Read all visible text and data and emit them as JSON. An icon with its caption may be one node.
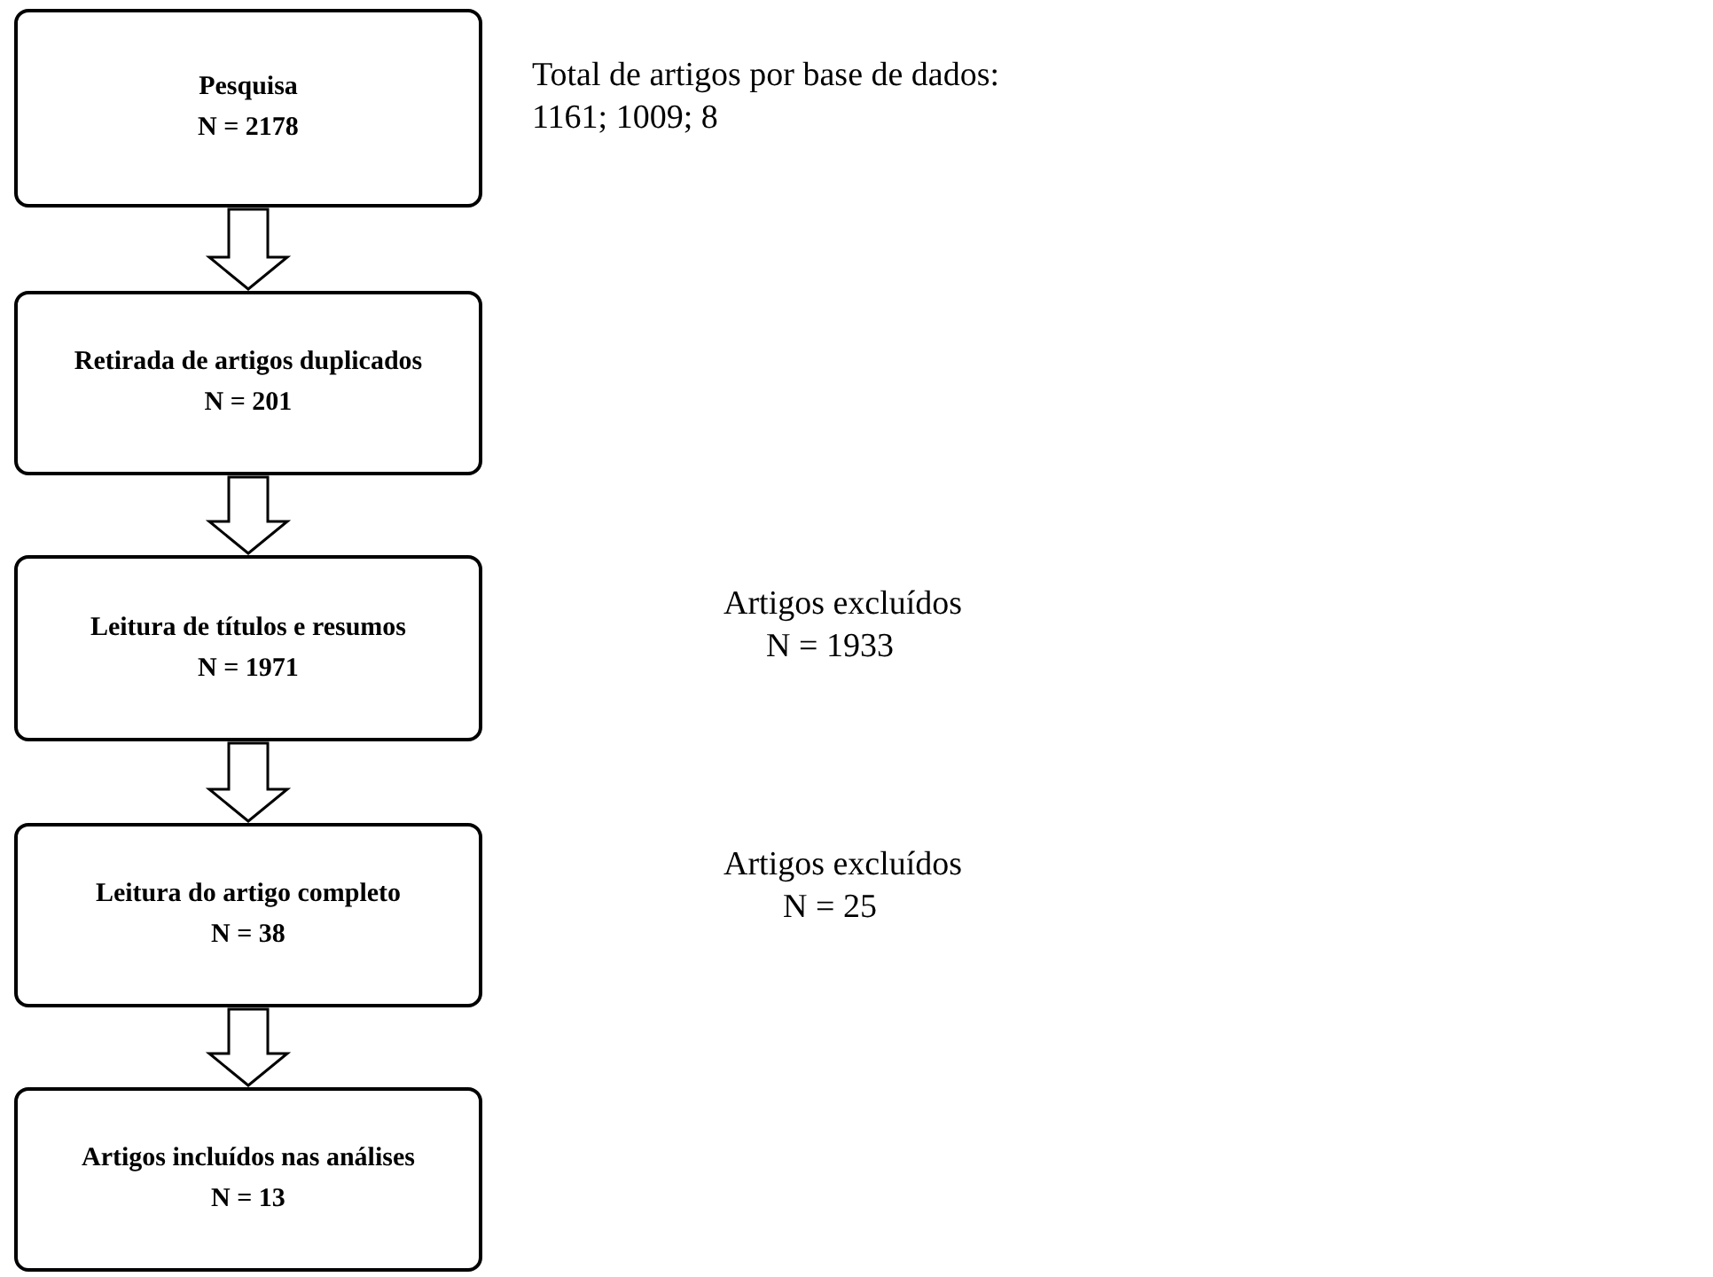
{
  "diagram": {
    "nodes": [
      {
        "text": [
          "Pesquisa",
          "N = 2178"
        ]
      },
      {
        "text": [
          "Retirada de artigos duplicados",
          "N = 201"
        ]
      },
      {
        "text": [
          "Leitura de títulos e resumos",
          "N = 1971"
        ]
      },
      {
        "text": [
          "Leitura do artigo completo",
          "N = 38"
        ]
      },
      {
        "text": [
          "Artigos incluídos nas análises",
          "N = 13"
        ]
      }
    ],
    "edges": [
      {
        "from": 0,
        "to": 1,
        "arrow": "to"
      },
      {
        "from": 1,
        "to": 2,
        "arrow": "to"
      },
      {
        "from": 2,
        "to": 3,
        "arrow": "to"
      },
      {
        "from": 3,
        "to": 4,
        "arrow": "to"
      }
    ],
    "labels": [
      "Total de artigos por base de dados:",
      "1161; 1009; 8",
      "Artigos excluídos",
      "N = 1933",
      "Artigos excluídos",
      "N = 25"
    ]
  }
}
